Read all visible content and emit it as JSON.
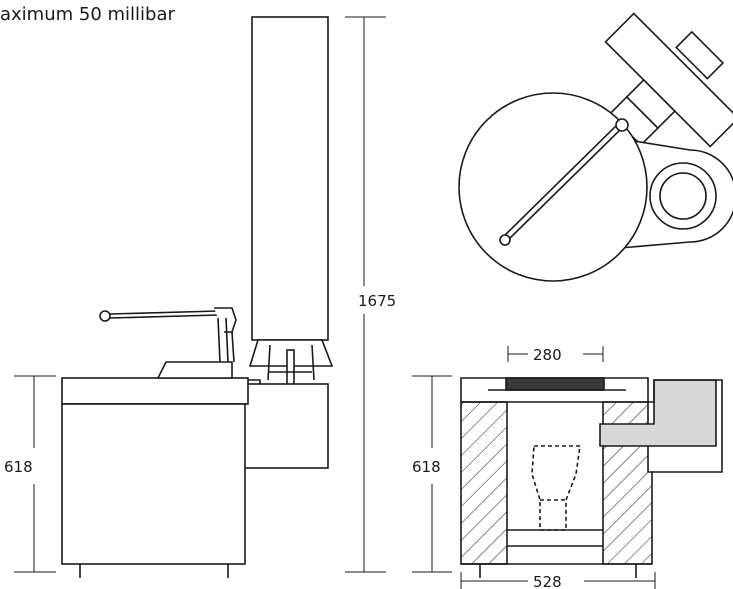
{
  "caption": "aximum 50 millibar",
  "dimensions": {
    "left_height": "618",
    "total_height": "1675",
    "top_width": "280",
    "right_height": "618",
    "bottom_width": "528"
  },
  "colors": {
    "line": "#1a1a1a",
    "dark_fill": "#3a3a3a",
    "light_fill": "#d8d8d8"
  }
}
